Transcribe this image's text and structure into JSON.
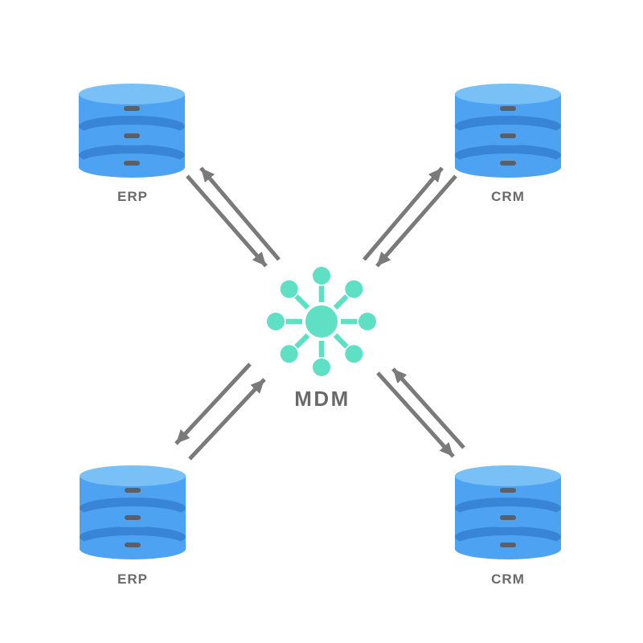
{
  "diagram": {
    "hub": {
      "label": "MDM",
      "icon": "hub-network-icon"
    },
    "nodes": [
      {
        "label": "ERP",
        "icon": "database-icon",
        "position": "top-left"
      },
      {
        "label": "CRM",
        "icon": "database-icon",
        "position": "top-right"
      },
      {
        "label": "ERP",
        "icon": "database-icon",
        "position": "bottom-left"
      },
      {
        "label": "CRM",
        "icon": "database-icon",
        "position": "bottom-right"
      }
    ],
    "connections": [
      {
        "from": "ERP top-left",
        "to": "MDM",
        "direction": "bidirectional"
      },
      {
        "from": "CRM top-right",
        "to": "MDM",
        "direction": "bidirectional"
      },
      {
        "from": "ERP bottom-left",
        "to": "MDM",
        "direction": "bidirectional"
      },
      {
        "from": "CRM bottom-right",
        "to": "MDM",
        "direction": "bidirectional"
      }
    ],
    "colors": {
      "background": "#ffffff",
      "database_body": "#4da2f2",
      "database_top": "#79c0f7",
      "database_band": "#3884d7",
      "database_slot": "#5c6066",
      "hub_accent": "#5fe0c4",
      "arrow": "#7a7a7a",
      "label": "#6a6a6a"
    }
  }
}
